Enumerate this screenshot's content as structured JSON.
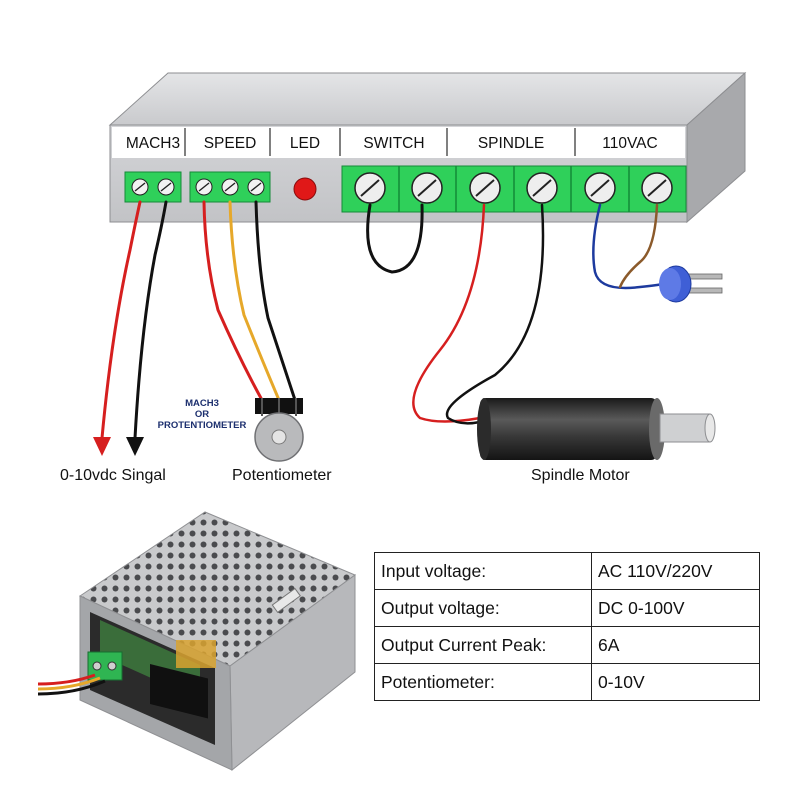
{
  "controller": {
    "sections": [
      {
        "label": "MACH3"
      },
      {
        "label": "SPEED"
      },
      {
        "label": "LED"
      },
      {
        "label": "SWITCH"
      },
      {
        "label": "SPINDLE"
      },
      {
        "label": "110VAC"
      }
    ]
  },
  "annotations": {
    "signal_label": "0-10vdc Singal",
    "pot_label": "Potentiometer",
    "mach3_note_line1": "MACH3",
    "mach3_note_line2": "OR",
    "mach3_note_line3": "PROTENTIOMETER",
    "motor_label": "Spindle Motor"
  },
  "wire_colors": {
    "red": "#d61f1f",
    "black": "#111111",
    "yellow": "#e6a82a",
    "blue": "#1d3a9e",
    "brown": "#8b5a2b",
    "terminal_green": "#2fd05a",
    "led_red": "#e01818"
  },
  "specs": [
    {
      "key": "Input voltage:",
      "value": "AC 110V/220V"
    },
    {
      "key": "Output voltage:",
      "value": "DC 0-100V"
    },
    {
      "key": "Output Current Peak:",
      "value": "6A"
    },
    {
      "key": "Potentiometer:",
      "value": "0-10V"
    }
  ]
}
